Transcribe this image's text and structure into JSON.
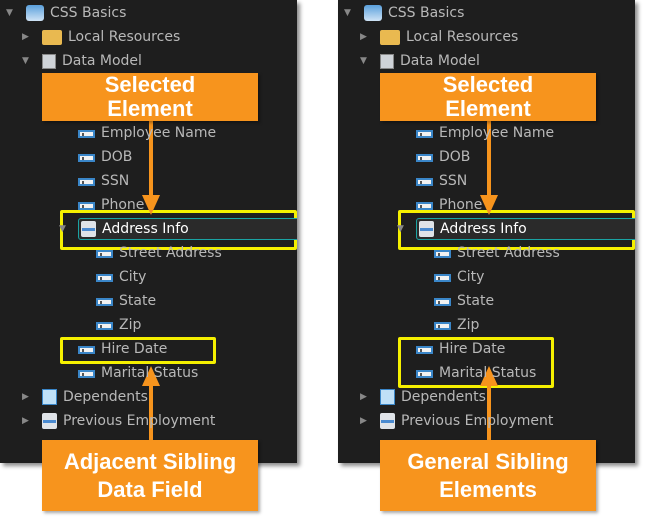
{
  "tree": [
    {
      "label": "CSS Basics",
      "icon": "db",
      "level": 0,
      "twisty": "open"
    },
    {
      "label": "Local Resources",
      "icon": "folder",
      "level": 1,
      "twisty": "closed"
    },
    {
      "label": "Data Model",
      "icon": "model",
      "level": 1,
      "twisty": "open"
    },
    {
      "label": "",
      "icon": "",
      "level": 2
    },
    {
      "label": "",
      "icon": "",
      "level": 2
    },
    {
      "label": "Employee Name",
      "icon": "field",
      "level": 2
    },
    {
      "label": "DOB",
      "icon": "field",
      "level": 2
    },
    {
      "label": "SSN",
      "icon": "field",
      "level": 2
    },
    {
      "label": "Phone",
      "icon": "field",
      "level": 2
    },
    {
      "label": "Address Info",
      "icon": "group",
      "level": 2,
      "twisty": "open",
      "selected": true
    },
    {
      "label": "Street Address",
      "icon": "field",
      "level": 3
    },
    {
      "label": "City",
      "icon": "field",
      "level": 3
    },
    {
      "label": "State",
      "icon": "field",
      "level": 3
    },
    {
      "label": "Zip",
      "icon": "field",
      "level": 3
    },
    {
      "label": "Hire Date",
      "icon": "field",
      "level": 2
    },
    {
      "label": "Marital Status",
      "icon": "field",
      "level": 2
    },
    {
      "label": "Dependents",
      "icon": "grid",
      "level": 1,
      "twisty": "closed"
    },
    {
      "label": "Previous Employment",
      "icon": "group",
      "level": 1,
      "twisty": "closed"
    }
  ],
  "panels": [
    {
      "top_callout": "Selected Element",
      "bottom_callout": "Adjacent Sibling Data Field",
      "highlight_rows": 1
    },
    {
      "top_callout": "Selected Element",
      "bottom_callout": "General Sibling Elements",
      "highlight_rows": 2
    }
  ],
  "colors": {
    "accent": "#f7941d",
    "highlight": "#f5f000",
    "panel": "#1e1e1e"
  }
}
